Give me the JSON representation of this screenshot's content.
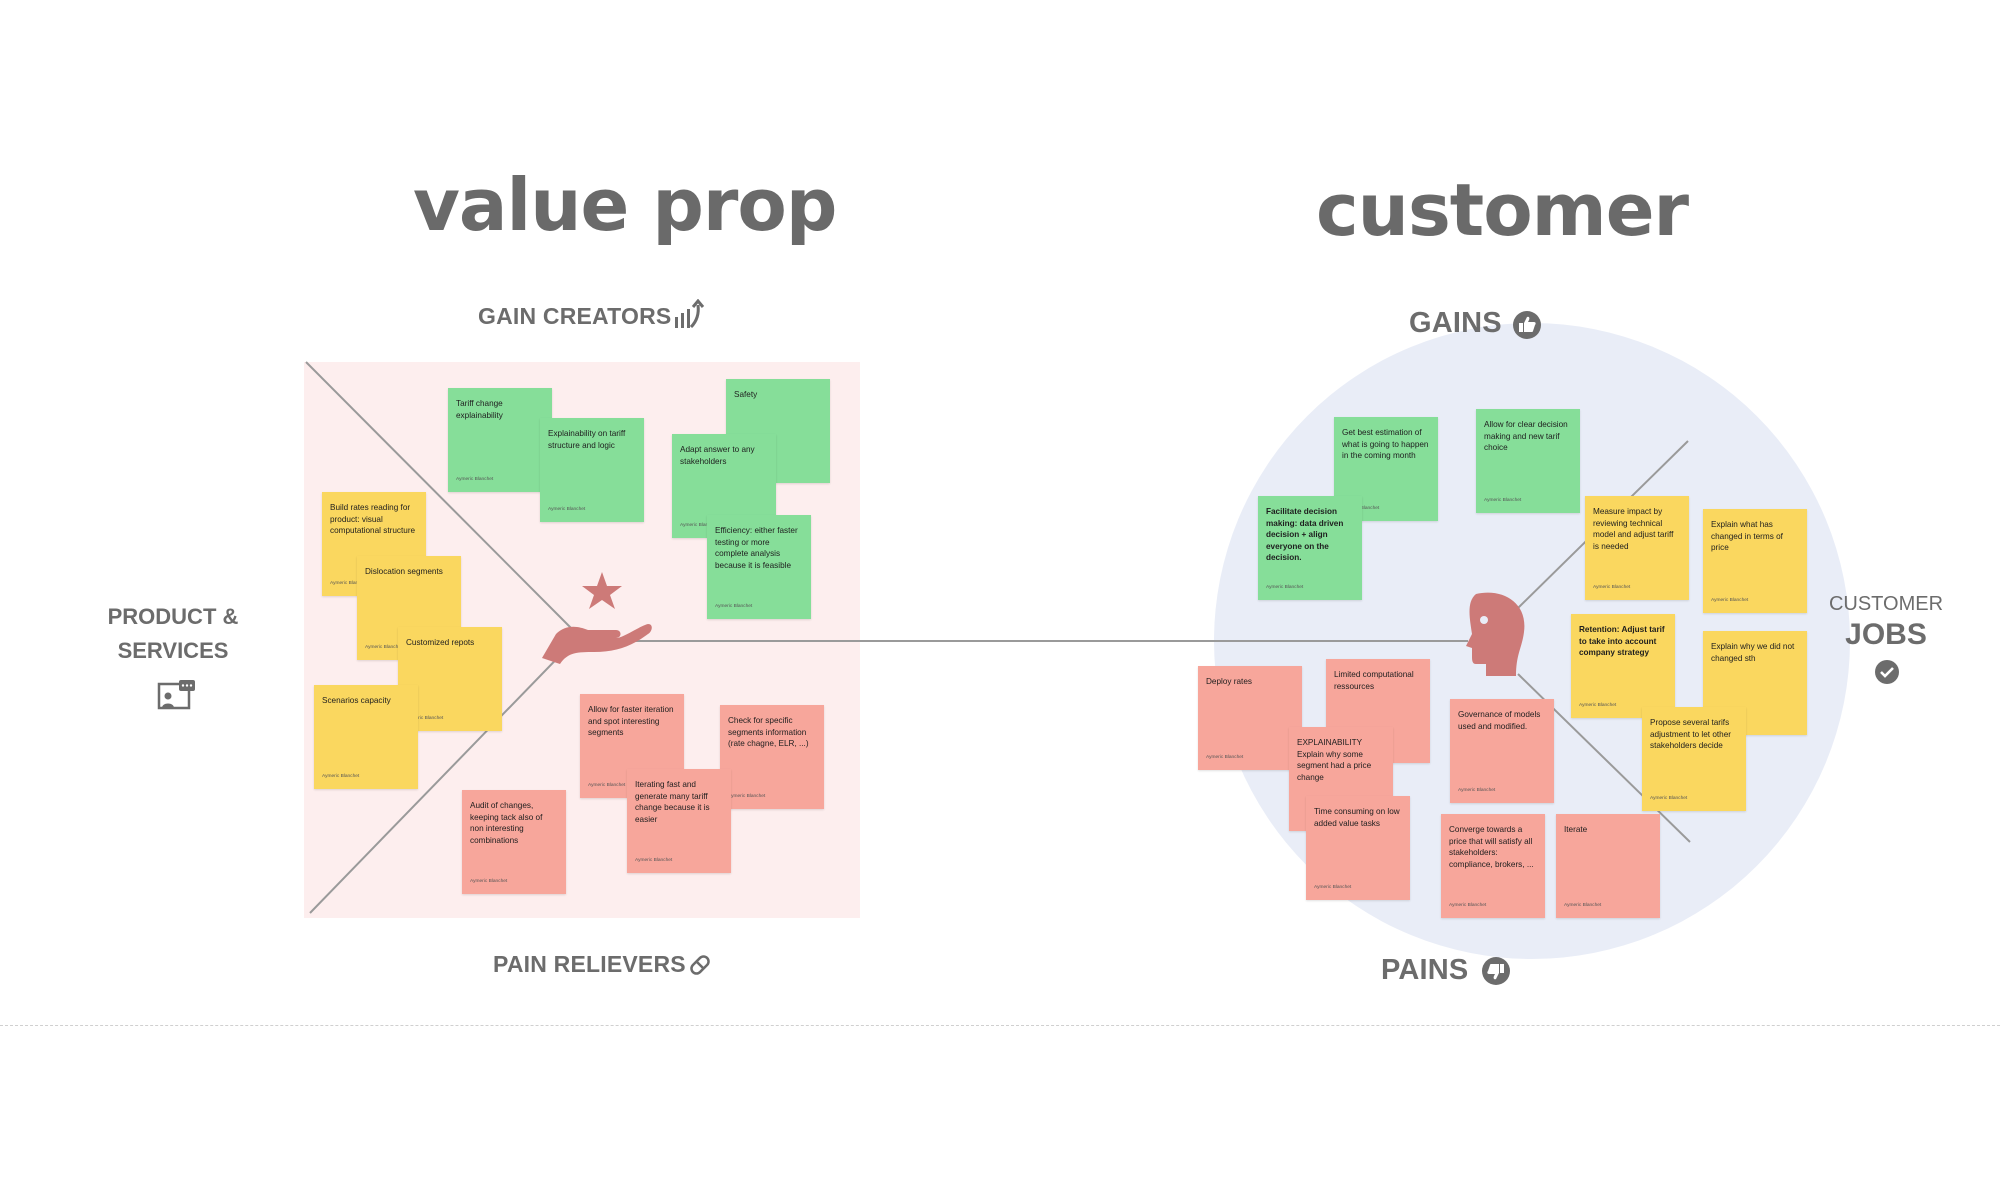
{
  "titles": {
    "value_prop": "value prop",
    "customer": "customer"
  },
  "labels": {
    "gain_creators": "GAIN CREATORS",
    "pain_relievers": "PAIN RELIEVERS",
    "gains": "GAINS",
    "pains": "PAINS",
    "product_services_line1": "PRODUCT &",
    "product_services_line2": "SERVICES",
    "customer_jobs_line1": "CUSTOMER",
    "customer_jobs_line2": "JOBS"
  },
  "icons": {
    "gain_creators": "growth-chart-icon",
    "pain_relievers": "pill-icon",
    "gains": "thumbs-up-icon",
    "pains": "thumbs-down-icon",
    "product_services": "presentation-icon",
    "customer_jobs": "checkmark-icon",
    "value_prop_center": "hand-with-star-icon",
    "customer_center": "head-profile-icon"
  },
  "colors": {
    "green": "#86de99",
    "yellow": "#fad75f",
    "red": "#f7a69b",
    "value_square_bg": "#fdeeee",
    "customer_circle_bg": "#e9edf7",
    "icon_red": "#cd7a78"
  },
  "author": "Aymeric Blanchet",
  "value_prop_notes": {
    "gain_creators": [
      "Tariff change explainability",
      "Explainability on tariff structure and logic",
      "Safety",
      "Adapt answer to any stakeholders",
      "Efficiency: either faster testing or more complete analysis because it is feasible"
    ],
    "products": [
      "Build rates reading for product: visual computational structure",
      "Dislocation segments",
      "Customized repots",
      "Scenarios capacity"
    ],
    "pain_relievers": [
      "Allow for faster iteration and spot interesting segments",
      "Check for specific segments information (rate chagne, ELR, ...)",
      "Iterating fast and generate many tariff change because it is easier",
      "Audit of changes, keeping tack also of non interesting combinations"
    ]
  },
  "customer_notes": {
    "gains": [
      "Get best estimation of what is going to happen in the coming month",
      "Allow for clear decision making and new tarif choice",
      "Facilitate decision making: data driven decision + align everyone on the decision."
    ],
    "jobs": [
      "Measure impact by reviewing technical model and adjust tariff is needed",
      "Explain what has changed in terms of price",
      "Retention: Adjust tarif to take into account company strategy",
      "Explain why we did not changed sth",
      "Propose several tarifs adjustment to let other stakeholders decide"
    ],
    "pains": [
      "Deploy rates",
      "Limited computational ressources",
      "EXPLAINABILITY Explain why some segment had a price change",
      "Governance of models used and modified.",
      "Time consuming on low added value tasks",
      "Converge towards a price that will satisfy all stakeholders: compliance, brokers, ...",
      "Iterate"
    ]
  }
}
